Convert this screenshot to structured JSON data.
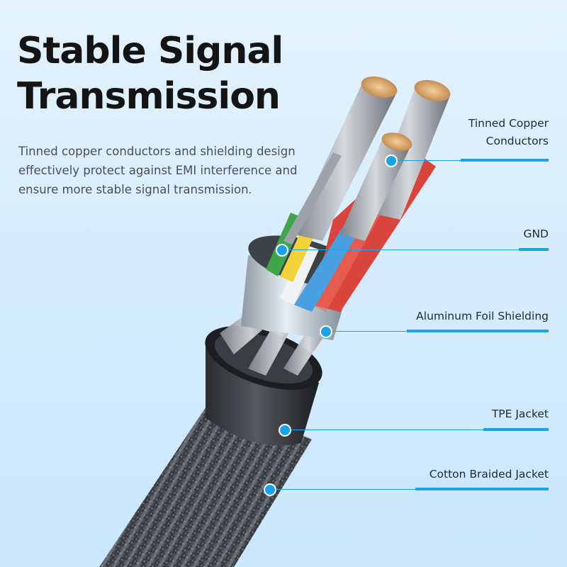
{
  "header": {
    "title_line1": "Stable Signal",
    "title_line2": "Transmission",
    "description": "Tinned copper conductors and shielding design effectively protect against EMI interference and ensure more stable signal transmission."
  },
  "colors": {
    "accent": "#1aa3e8",
    "title": "#141414",
    "text": "#4a4f55",
    "background_top": "#e3f2fd",
    "background_bottom": "#c9e7fd"
  },
  "callouts": [
    {
      "id": "tinned-copper-conductors",
      "label": "Tinned Copper\nConductors"
    },
    {
      "id": "gnd",
      "label": "GND"
    },
    {
      "id": "aluminum-foil-shielding",
      "label": "Aluminum Foil Shielding"
    },
    {
      "id": "tpe-jacket",
      "label": "TPE Jacket"
    },
    {
      "id": "cotton-braided-jacket",
      "label": "Cotton Braided Jacket"
    }
  ],
  "illustration": {
    "subject": "cable cross-section",
    "wire_colors": [
      "green",
      "yellow",
      "white",
      "blue",
      "red",
      "white"
    ]
  }
}
